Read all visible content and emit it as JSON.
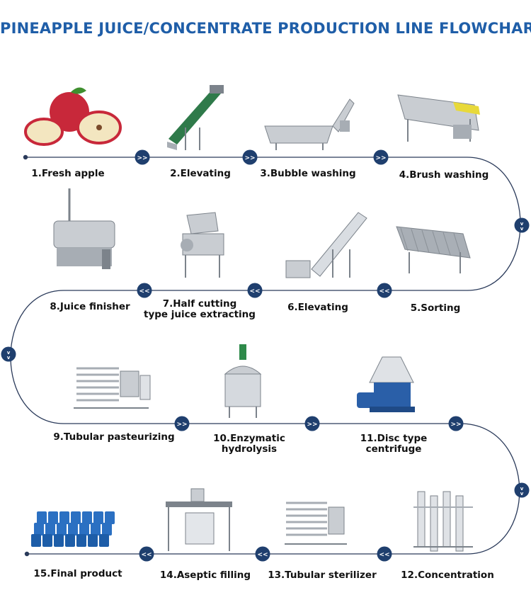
{
  "title": "PINEAPPLE JUICE/CONCENTRATE PRODUCTION LINE FLOWCHAR",
  "colors": {
    "title": "#1f5ea8",
    "line": "#2a3a5a",
    "badge": "#1f3f6e",
    "badge_text": "#ffffff"
  },
  "arrow_glyphs": {
    "right": ">>",
    "left": "<<",
    "down": "v v"
  },
  "steps": [
    {
      "n": 1,
      "label": "1.Fresh apple",
      "image": "apple-icon"
    },
    {
      "n": 2,
      "label": "2.Elevating",
      "image": "conveyor-icon"
    },
    {
      "n": 3,
      "label": "3.Bubble washing",
      "image": "washer-icon"
    },
    {
      "n": 4,
      "label": "4.Brush washing",
      "image": "brush-washer-icon"
    },
    {
      "n": 5,
      "label": "5.Sorting",
      "image": "sorting-table-icon"
    },
    {
      "n": 6,
      "label": "6.Elevating",
      "image": "elevator-icon"
    },
    {
      "n": 7,
      "label": "7.Half cutting",
      "label2": "type juice extracting",
      "image": "extractor-icon"
    },
    {
      "n": 8,
      "label": "8.Juice finisher",
      "image": "finisher-icon"
    },
    {
      "n": 9,
      "label": "9.Tubular pasteurizing",
      "image": "pasteurizer-icon"
    },
    {
      "n": 10,
      "label": "10.Enzymatic",
      "label2": "hydrolysis",
      "image": "tank-icon"
    },
    {
      "n": 11,
      "label": "11.Disc type",
      "label2": "centrifuge",
      "image": "centrifuge-icon"
    },
    {
      "n": 12,
      "label": "12.Concentration",
      "image": "evaporator-icon"
    },
    {
      "n": 13,
      "label": "13.Tubular sterilizer",
      "image": "sterilizer-icon"
    },
    {
      "n": 14,
      "label": "14.Aseptic filling",
      "image": "filler-icon"
    },
    {
      "n": 15,
      "label": "15.Final product",
      "image": "drums-icon"
    }
  ]
}
